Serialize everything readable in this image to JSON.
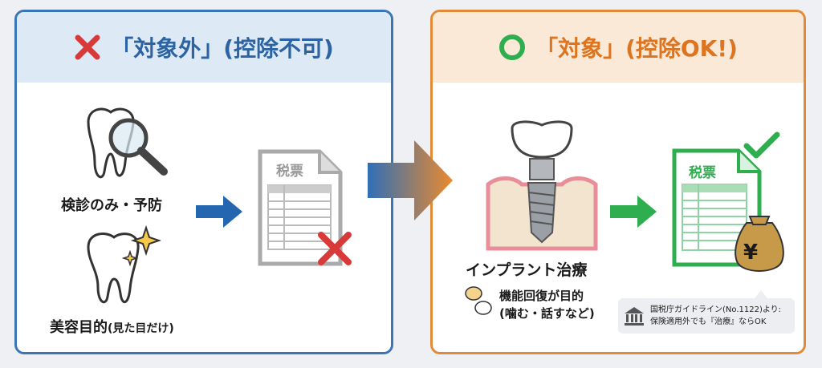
{
  "left_panel": {
    "title": "「対象外」(控除不可)",
    "item1_label": "検診のみ・予防",
    "item2_label": "美容目的",
    "item2_sub": "(見た目だけ)",
    "doc_title": "税票"
  },
  "right_panel": {
    "title": "「対象」(控除OK!)",
    "implant_label": "インプラント治療",
    "purpose_line1": "機能回復が目的",
    "purpose_line2": "(噛む・話すなど)",
    "doc_title": "税票",
    "yen_symbol": "¥",
    "note_line1": "国税庁ガイドライン(No.1122)より:",
    "note_line2": "保険適用外でも『治療』ならOK"
  },
  "colors": {
    "blue": "#2c63a3",
    "orange": "#dd7420",
    "red": "#d83a3a",
    "green": "#2fae4f"
  }
}
